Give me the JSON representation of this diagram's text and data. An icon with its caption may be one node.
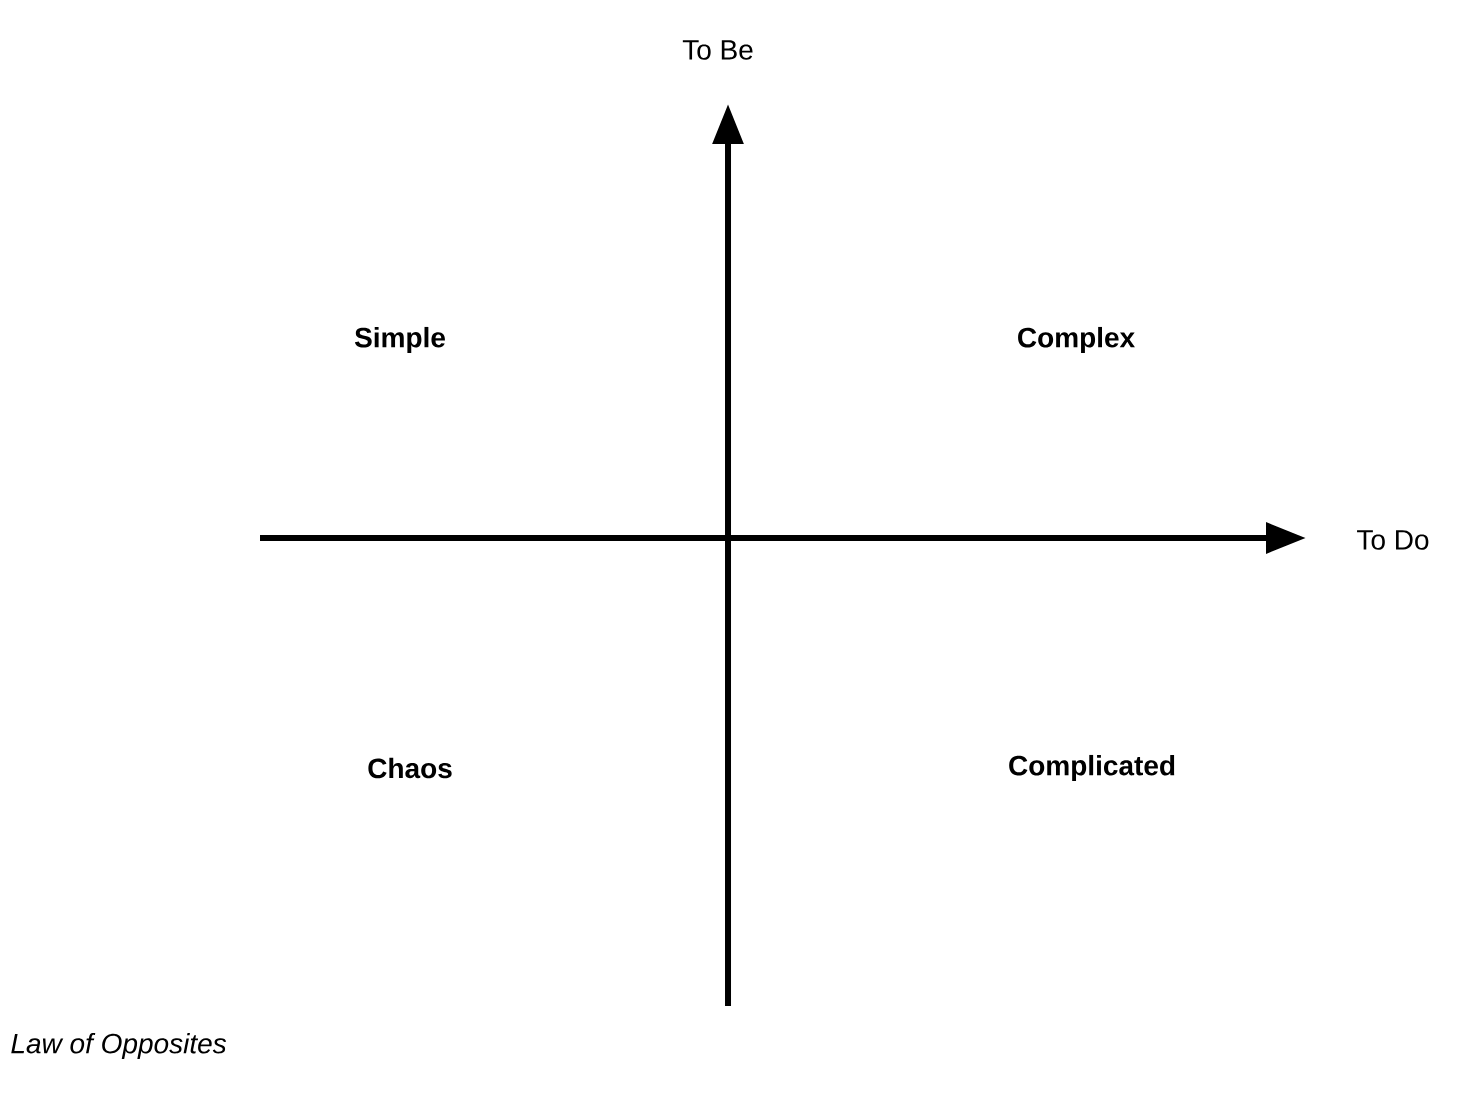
{
  "diagram": {
    "caption": "Law of Opposites",
    "labels": [
      "To Be",
      "Simple",
      "Complex",
      "To Do",
      "Chaos",
      "Complicated"
    ]
  }
}
